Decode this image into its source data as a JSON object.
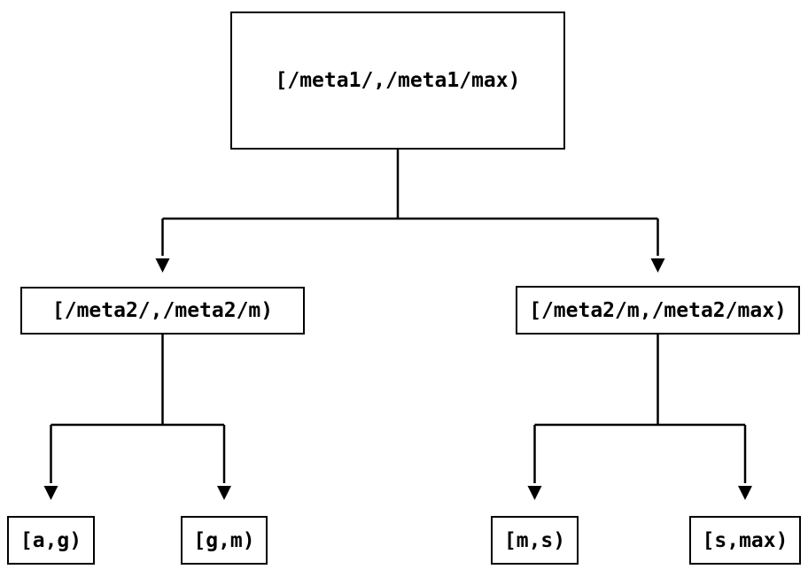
{
  "diagram": {
    "type": "tree",
    "direction": "top-down",
    "colors": {
      "line": "#000000",
      "text": "#000000",
      "node_border": "#000000",
      "node_background": "#ffffff",
      "page_background": "#ffffff"
    },
    "nodes": {
      "root": {
        "id": "root",
        "label": "[/meta1/,/meta1/max)"
      },
      "meta2_low": {
        "id": "meta2_low",
        "label": "[/meta2/,/meta2/m)"
      },
      "meta2_high": {
        "id": "meta2_high",
        "label": "[/meta2/m,/meta2/max)"
      },
      "leaf_ag": {
        "id": "leaf_ag",
        "label": "[a,g)"
      },
      "leaf_gm": {
        "id": "leaf_gm",
        "label": "[g,m)"
      },
      "leaf_ms": {
        "id": "leaf_ms",
        "label": "[m,s)"
      },
      "leaf_smax": {
        "id": "leaf_smax",
        "label": "[s,max)"
      }
    },
    "edges": [
      {
        "from": "root",
        "to": "meta2_low"
      },
      {
        "from": "root",
        "to": "meta2_high"
      },
      {
        "from": "meta2_low",
        "to": "leaf_ag"
      },
      {
        "from": "meta2_low",
        "to": "leaf_gm"
      },
      {
        "from": "meta2_high",
        "to": "leaf_ms"
      },
      {
        "from": "meta2_high",
        "to": "leaf_smax"
      }
    ]
  }
}
